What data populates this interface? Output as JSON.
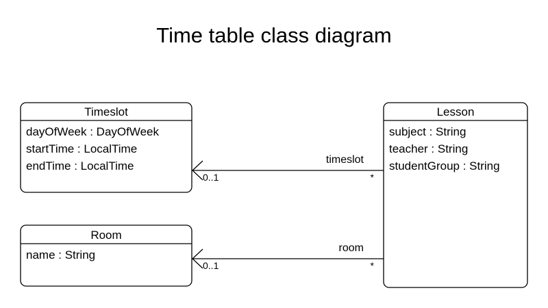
{
  "diagram": {
    "title": "Time table class diagram",
    "type": "uml-class-diagram",
    "background_color": "#ffffff",
    "stroke_color": "#000000",
    "text_color": "#000000",
    "classes": [
      {
        "id": "timeslot",
        "name": "Timeslot",
        "attributes": [
          "dayOfWeek : DayOfWeek",
          "startTime : LocalTime",
          "endTime : LocalTime"
        ]
      },
      {
        "id": "room",
        "name": "Room",
        "attributes": [
          "name : String"
        ]
      },
      {
        "id": "lesson",
        "name": "Lesson",
        "attributes": [
          "subject : String",
          "teacher : String",
          "studentGroup : String"
        ]
      }
    ],
    "associations": [
      {
        "id": "lesson-timeslot",
        "label": "timeslot",
        "source": "Lesson",
        "target": "Timeslot",
        "source_multiplicity": "*",
        "target_multiplicity": "0..1"
      },
      {
        "id": "lesson-room",
        "label": "room",
        "source": "Lesson",
        "target": "Room",
        "source_multiplicity": "*",
        "target_multiplicity": "0..1"
      }
    ]
  }
}
